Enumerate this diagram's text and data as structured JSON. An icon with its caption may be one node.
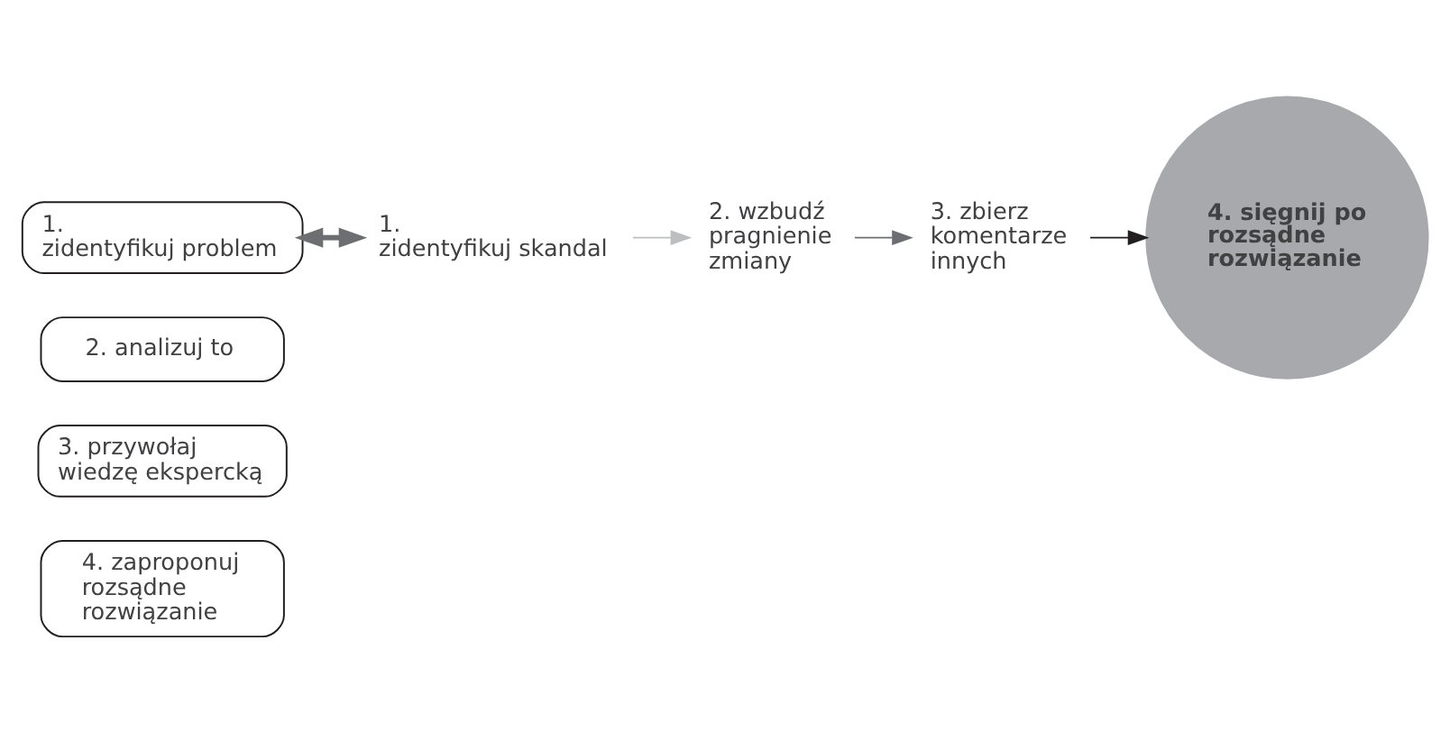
{
  "diagram": {
    "nodes": [
      {
        "text": [
          "1. zidentyfikuj problem"
        ]
      },
      {
        "text": [
          "2. analizuj to"
        ]
      },
      {
        "text": [
          "3. przywołaj wiedzę ekspercką"
        ]
      },
      {
        "text": [
          "4. zaproponuj rozsądne rozwiązanie"
        ]
      },
      {
        "text": [
          "1. zidentyfikuj skandal"
        ]
      },
      {
        "text": [
          "2. wzbudź pragnienie zmiany"
        ]
      },
      {
        "text": [
          "3. zbierz komentarze innych"
        ]
      },
      {
        "text": [
          "4. sięgnij po rozsądne rozwiązanie"
        ]
      }
    ],
    "edges": [
      {
        "from": 0,
        "to": 4,
        "arrow": "both",
        "style": "thick",
        "color": "#6d6e71"
      },
      {
        "from": 4,
        "to": 5,
        "arrow": "to",
        "color": "#bcbec0"
      },
      {
        "from": 5,
        "to": 6,
        "arrow": "to",
        "color": "#6d6e71"
      },
      {
        "from": 6,
        "to": 7,
        "arrow": "to",
        "color": "#231f20"
      }
    ]
  }
}
